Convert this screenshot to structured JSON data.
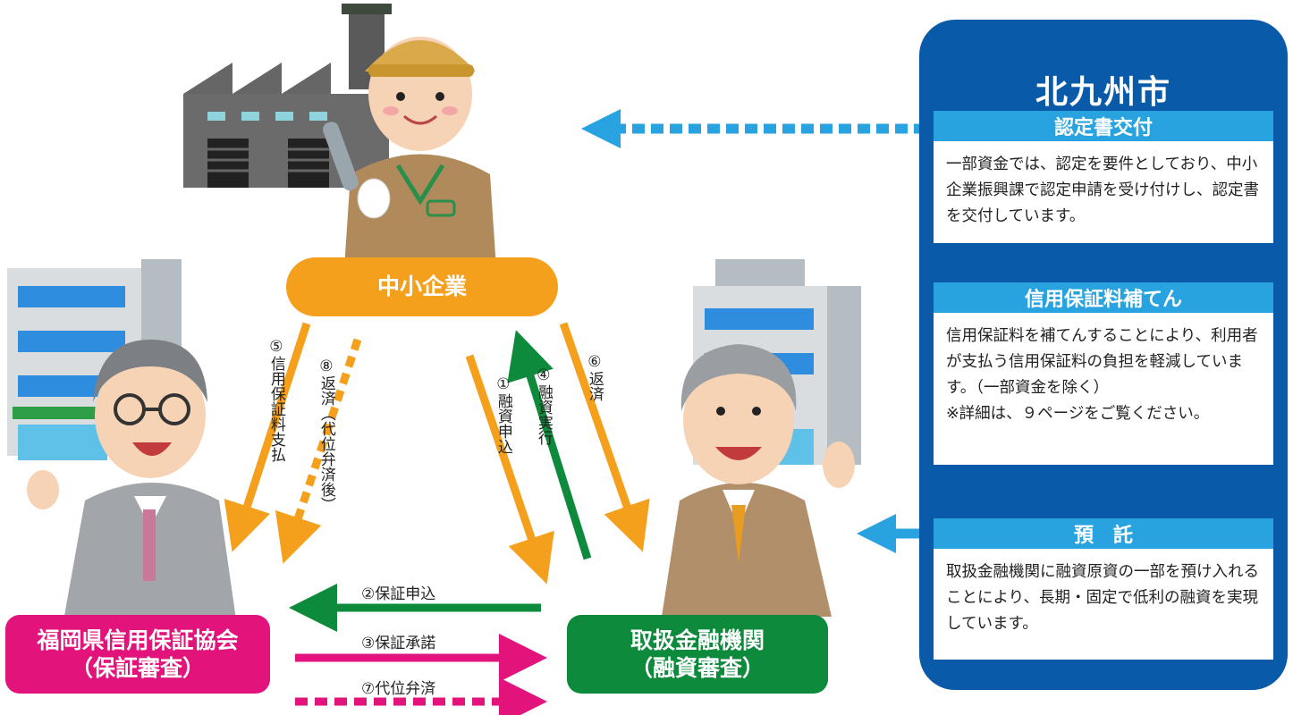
{
  "nodes": {
    "sme": "中小企業",
    "guarantee_title": "福岡県信用保証協会",
    "guarantee_sub": "（保証審査）",
    "bank_title": "取扱金融機関",
    "bank_sub": "（融資審査）"
  },
  "arrows": {
    "a1": "①融資申込",
    "a2": "②保証申込",
    "a3": "③保証承諾",
    "a4": "④融資実行",
    "a5": "⑤信用保証料支払",
    "a6": "⑥返済",
    "a7": "⑦代位弁済",
    "a8": "⑧返済（代位弁済後）"
  },
  "city": {
    "title": "北九州市",
    "panels": [
      {
        "heading": "認定書交付",
        "body": "一部資金では、認定を要件としており、中小企業振興課で認定申請を受け付けし、認定書を交付しています。"
      },
      {
        "heading": "信用保証料補てん",
        "body": "信用保証料を補てんすることにより、利用者が支払う信用保証料の負担を軽減しています。（一部資金を除く）",
        "note": "※詳細は、９ページをご覧ください。"
      },
      {
        "heading": "預　託",
        "body": "取扱金融機関に融資原資の一部を預け入れることにより、長期・固定で低利の融資を実現しています。"
      }
    ]
  },
  "colors": {
    "orange": "#f5a01c",
    "green": "#0e8a3c",
    "magenta": "#e3137c",
    "city_blue": "#0a5aaa",
    "light_blue": "#29a3e0"
  }
}
